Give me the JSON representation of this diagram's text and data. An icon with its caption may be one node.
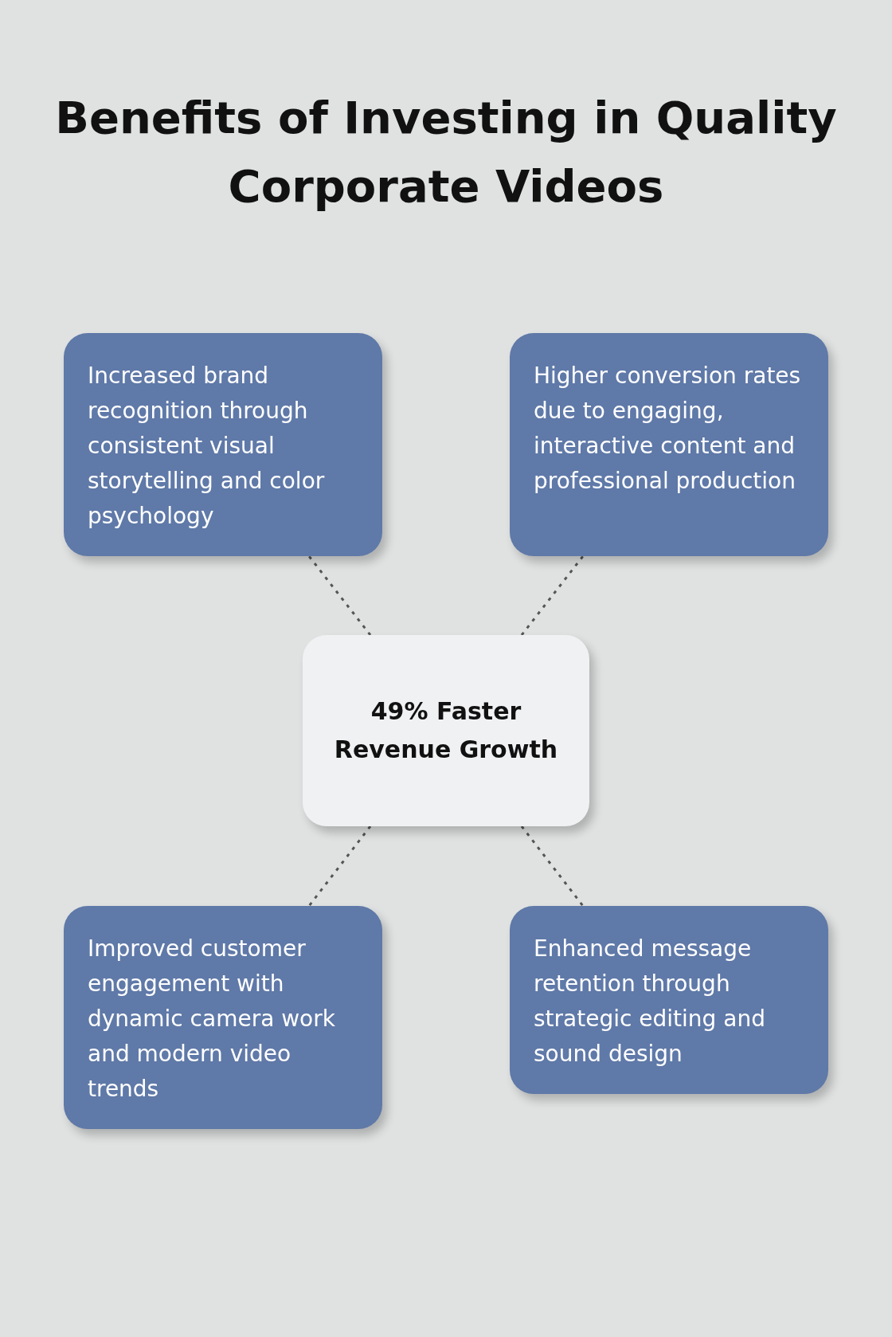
{
  "diagram": {
    "title": "Benefits of Investing in Quality Corporate Videos",
    "nodes": [
      {
        "text": [
          "Increased brand recognition through consistent visual storytelling and color psychology"
        ]
      },
      {
        "text": [
          "Higher conversion rates due to engaging, interactive content and professional production"
        ]
      },
      {
        "text": [
          "49% Faster Revenue Growth"
        ]
      },
      {
        "text": [
          "Improved customer engagement with dynamic camera work and modern video trends"
        ]
      },
      {
        "text": [
          "Enhanced message retention through strategic editing and sound design"
        ]
      }
    ],
    "edges": [
      {
        "from": 2,
        "to": 0,
        "arrow": "none",
        "style": "dashed"
      },
      {
        "from": 2,
        "to": 1,
        "arrow": "none",
        "style": "dashed"
      },
      {
        "from": 2,
        "to": 3,
        "arrow": "none",
        "style": "dashed"
      },
      {
        "from": 2,
        "to": 4,
        "arrow": "none",
        "style": "dashed"
      }
    ]
  }
}
